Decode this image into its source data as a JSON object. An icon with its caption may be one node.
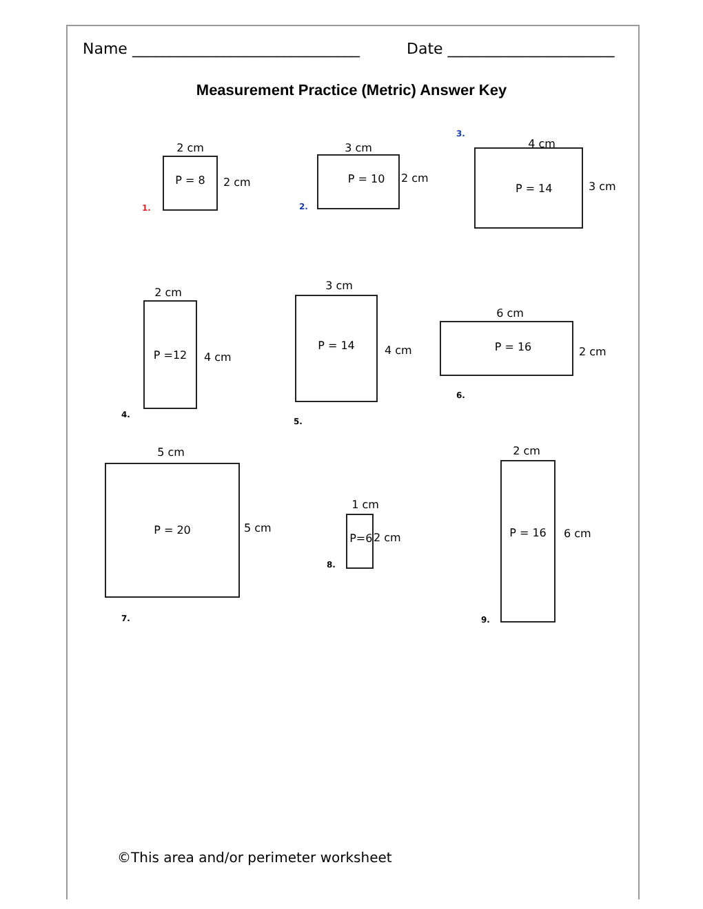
{
  "diagram": {
    "title": "Measurement Practice (Metric) Answer Key",
    "nodes": [
      {
        "text": [
          "P = 8"
        ],
        "beside": [
          "2 cm",
          "2 cm",
          "1."
        ]
      },
      {
        "text": [
          "P = 10"
        ],
        "beside": [
          "3 cm",
          "2 cm",
          "2."
        ]
      },
      {
        "text": [
          "P = 14"
        ],
        "beside": [
          "4 cm",
          "3 cm",
          "3."
        ]
      },
      {
        "text": [
          "P =12"
        ],
        "beside": [
          "2 cm",
          "4 cm",
          "4."
        ]
      },
      {
        "text": [
          "P = 14"
        ],
        "beside": [
          "3 cm",
          "4 cm",
          "5."
        ]
      },
      {
        "text": [
          "P = 16"
        ],
        "beside": [
          "6 cm",
          "2 cm",
          "6."
        ]
      },
      {
        "text": [
          "P = 20"
        ],
        "beside": [
          "5 cm",
          "5 cm",
          "7."
        ]
      },
      {
        "text": [
          "P=6"
        ],
        "beside": [
          "1 cm",
          "2 cm",
          "8."
        ]
      },
      {
        "text": [
          "P = 16"
        ],
        "beside": [
          "2 cm",
          "6 cm",
          "9."
        ]
      }
    ],
    "labels": [
      "Name ______________________________",
      "Date ______________________",
      "©This area and/or perimeter worksheet"
    ]
  }
}
